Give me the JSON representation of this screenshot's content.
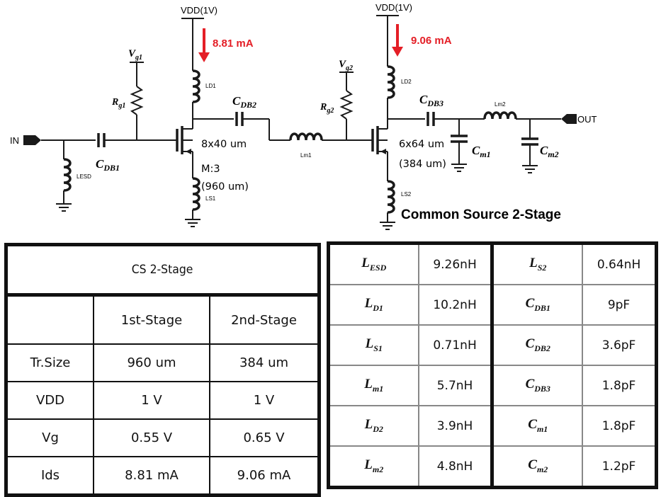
{
  "schematic": {
    "vdd1": "VDD(1V)",
    "vdd2": "VDD(1V)",
    "current1": "8.81 mA",
    "current2": "9.06 mA",
    "in_label": "IN",
    "out_label": "OUT",
    "title": "Common  Source 2-Stage",
    "vg1": {
      "main": "V",
      "sub": "g1"
    },
    "vg2": {
      "main": "V",
      "sub": "g2"
    },
    "rg1": {
      "main": "R",
      "sub": "g1"
    },
    "rg2": {
      "main": "R",
      "sub": "g2"
    },
    "cdb1": {
      "main": "C",
      "sub": "DB1"
    },
    "cdb2": {
      "main": "C",
      "sub": "DB2"
    },
    "cdb3": {
      "main": "C",
      "sub": "DB3"
    },
    "cm1": {
      "main": "C",
      "sub": "m1"
    },
    "cm2": {
      "main": "C",
      "sub": "m2"
    },
    "lesd": "LESD",
    "ld1": "LD1",
    "ls1": "LS1",
    "lm1": "Lm1",
    "ld2": "LD2",
    "ls2": "LS2",
    "lm2": "Lm2",
    "m1_line1": "8x40 um",
    "m1_line2": "M:3",
    "m1_line3": "(960 um)",
    "m2_line1": "6x64 um",
    "m2_line2": "(384 um)"
  },
  "table_left": {
    "title": "CS 2-Stage",
    "headers": [
      "",
      "1st-Stage",
      "2nd-Stage"
    ],
    "rows": [
      [
        "Tr.Size",
        "960 um",
        "384 um"
      ],
      [
        "VDD",
        "1 V",
        "1 V"
      ],
      [
        "Vg",
        "0.55 V",
        "0.65 V"
      ],
      [
        "Ids",
        "8.81 mA",
        "9.06 mA"
      ]
    ]
  },
  "table_right": {
    "rows": [
      [
        {
          "main": "L",
          "sub": "ESD"
        },
        "9.26nH",
        {
          "main": "L",
          "sub": "S2"
        },
        "0.64nH"
      ],
      [
        {
          "main": "L",
          "sub": "D1"
        },
        "10.2nH",
        {
          "main": "C",
          "sub": "DB1"
        },
        "9pF"
      ],
      [
        {
          "main": "L",
          "sub": "S1"
        },
        "0.71nH",
        {
          "main": "C",
          "sub": "DB2"
        },
        "3.6pF"
      ],
      [
        {
          "main": "L",
          "sub": "m1"
        },
        "5.7nH",
        {
          "main": "C",
          "sub": "DB3"
        },
        "1.8pF"
      ],
      [
        {
          "main": "L",
          "sub": "D2"
        },
        "3.9nH",
        {
          "main": "C",
          "sub": "m1"
        },
        "1.8pF"
      ],
      [
        {
          "main": "L",
          "sub": "m2"
        },
        "4.8nH",
        {
          "main": "C",
          "sub": "m2"
        },
        "1.2pF"
      ]
    ]
  },
  "colors": {
    "current_arrow": "#e41e26",
    "ink": "#1a1a1a"
  }
}
